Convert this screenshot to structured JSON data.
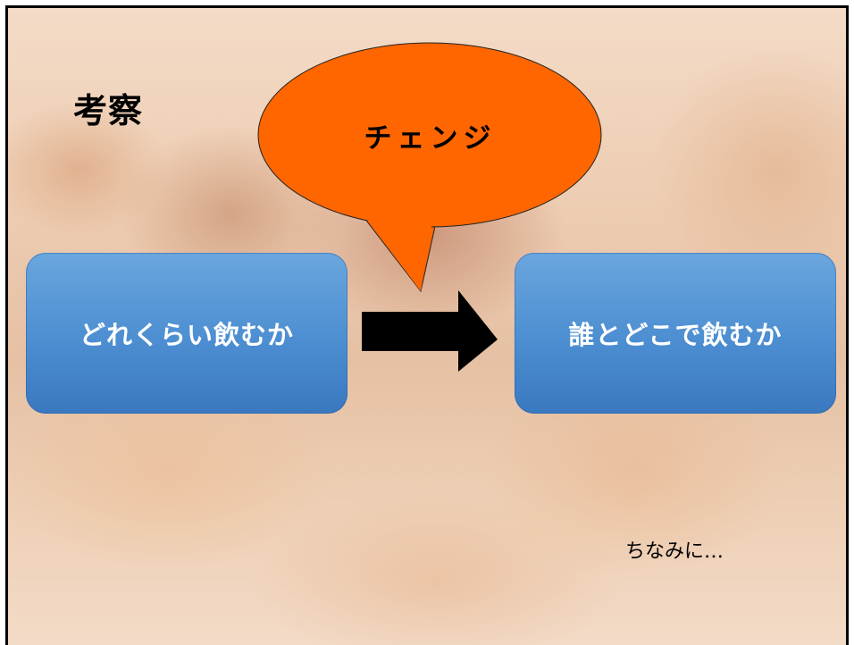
{
  "slide": {
    "title": "考察",
    "callout": "チェンジ",
    "from_box": "どれくらい飲むか",
    "to_box": "誰とどこで飲むか",
    "note": "ちなみに…"
  },
  "colors": {
    "callout_fill": "#ff6600",
    "box_fill": "#4c8ed1",
    "arrow": "#000000"
  }
}
